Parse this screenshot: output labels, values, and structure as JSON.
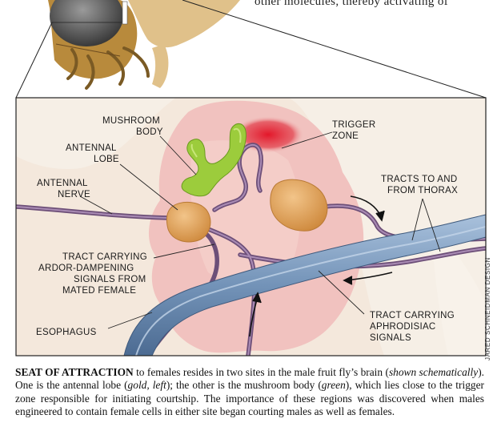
{
  "top_text": "other molecules, thereby activating of",
  "labels": {
    "mushroom_body": [
      "MUSHROOM",
      "BODY"
    ],
    "trigger_zone": [
      "TRIGGER",
      "ZONE"
    ],
    "antennal_lobe": [
      "ANTENNAL",
      "LOBE"
    ],
    "antennal_nerve": [
      "ANTENNAL",
      "NERVE"
    ],
    "tracts_thorax": [
      "TRACTS TO AND",
      "FROM THORAX"
    ],
    "tract_odor": [
      "TRACT CARRYING",
      "ARDOR-DAMPENING",
      "SIGNALS FROM",
      "MATED FEMALE"
    ],
    "esophagus": "ESOPHAGUS",
    "tract_aphrodisiac": [
      "TRACT CARRYING",
      "APHRODISIAC",
      "SIGNALS"
    ]
  },
  "credit": "JARED SCHNEIDMAN DESIGN",
  "caption": {
    "lead": "SEAT OF ATTRACTION",
    "t1": " to females resides in two sites in the male fruit fly’s brain (",
    "i1": "shown schematically",
    "t2": "). One is the antennal lobe (",
    "i2": "gold, left",
    "t3": "); the other is the mushroom body (",
    "i3": "green",
    "t4": "), which lies close to the trigger zone responsible for initiating courtship. The importance of these regions was discovered when males engineered to contain female cells in either site began courting males as well as females."
  },
  "colors": {
    "brain": "#f1c2bf",
    "trigger": "#e0252f",
    "mushroom": "#9ccc3c",
    "lobe": "#e3a55c",
    "nerve": "#8f6f9c",
    "esophagus": "#6f8fb4"
  }
}
